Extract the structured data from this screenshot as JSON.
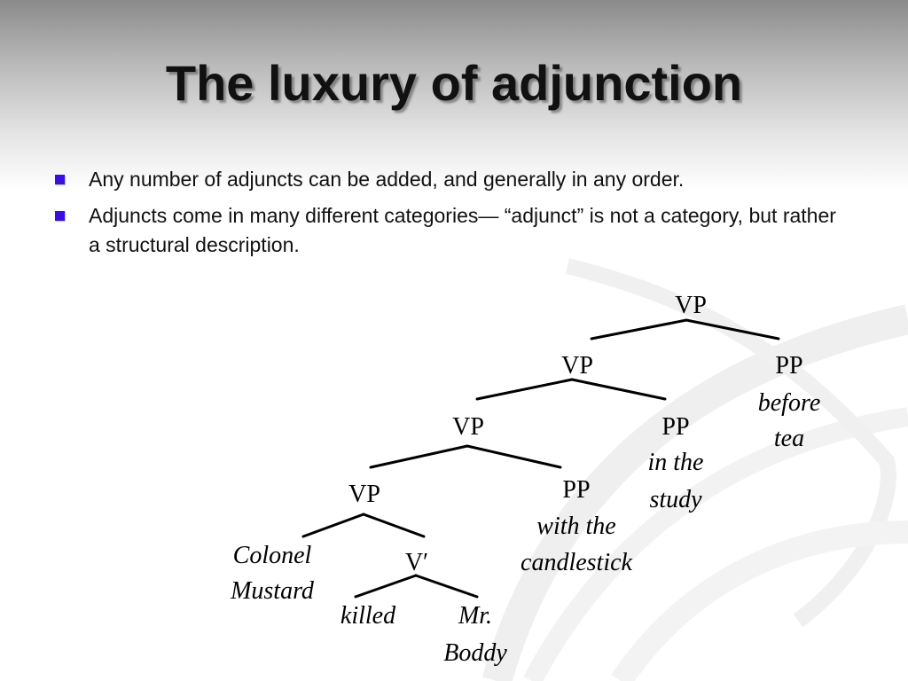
{
  "slide": {
    "title": "The luxury of adjunction",
    "bullets": [
      "Any number of adjuncts can be added, and generally in any order.",
      "Adjuncts come in many different categories— “adjunct” is not a category, but rather a structural description."
    ]
  },
  "tree": {
    "vp1": "VP",
    "vp2": "VP",
    "pp1": "PP",
    "pp1_words": [
      "before",
      "tea"
    ],
    "vp3": "VP",
    "pp2": "PP",
    "pp2_words": [
      "in the",
      "study"
    ],
    "vp4": "VP",
    "pp3": "PP",
    "pp3_words": [
      "with the",
      "candlestick"
    ],
    "subject_words": [
      "Colonel",
      "Mustard"
    ],
    "vbar": "V′",
    "verb": "killed",
    "object_words": [
      "Mr.",
      "Boddy"
    ]
  },
  "colors": {
    "bullet_marker": "#3a10e0"
  }
}
